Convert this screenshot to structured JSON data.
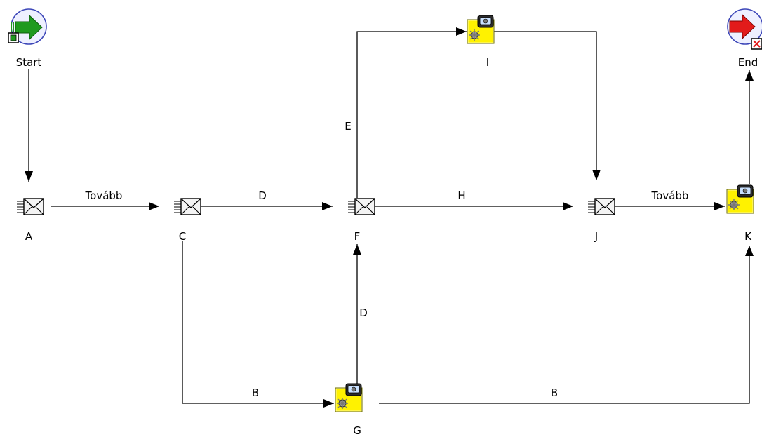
{
  "diagram": {
    "nodes": {
      "start": {
        "label": "Start",
        "kind": "start",
        "icon": "start-arrow-icon"
      },
      "end": {
        "label": "End",
        "kind": "end",
        "icon": "end-arrow-icon"
      },
      "A": {
        "label": "A",
        "kind": "notification",
        "icon": "envelope-icon"
      },
      "C": {
        "label": "C",
        "kind": "notification",
        "icon": "envelope-icon"
      },
      "F": {
        "label": "F",
        "kind": "notification",
        "icon": "envelope-icon"
      },
      "J": {
        "label": "J",
        "kind": "notification",
        "icon": "envelope-icon"
      },
      "I": {
        "label": "I",
        "kind": "function",
        "icon": "function-gear-icon"
      },
      "G": {
        "label": "G",
        "kind": "function",
        "icon": "function-gear-icon"
      },
      "K": {
        "label": "K",
        "kind": "function",
        "icon": "function-gear-icon"
      }
    },
    "edges": [
      {
        "from": "start",
        "to": "A",
        "label": ""
      },
      {
        "from": "A",
        "to": "C",
        "label": "Tovább"
      },
      {
        "from": "C",
        "to": "F",
        "label": "D"
      },
      {
        "from": "F",
        "to": "J",
        "label": "H"
      },
      {
        "from": "J",
        "to": "K",
        "label": "Tovább"
      },
      {
        "from": "F",
        "to": "I",
        "label": "E"
      },
      {
        "from": "I",
        "to": "J",
        "label": ""
      },
      {
        "from": "C",
        "to": "G",
        "label": "B"
      },
      {
        "from": "G",
        "to": "F",
        "label": "D"
      },
      {
        "from": "G",
        "to": "K",
        "label": "B"
      },
      {
        "from": "K",
        "to": "end",
        "label": ""
      }
    ],
    "colors": {
      "start_green": "#1f9a1f",
      "start_circle": "#eef0ff",
      "end_red": "#e21b1b",
      "function_yellow": "#fff200",
      "envelope_fill": "#f4f4f4",
      "line": "#000000"
    }
  }
}
